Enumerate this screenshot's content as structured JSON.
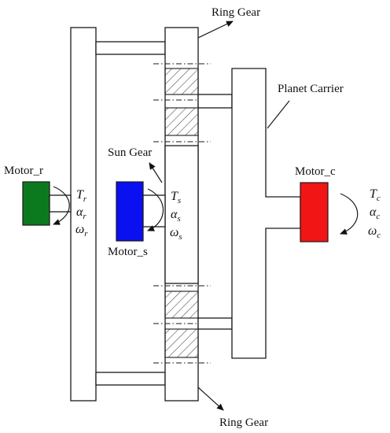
{
  "labels": {
    "ring_gear_top": "Ring Gear",
    "ring_gear_bottom": "Ring Gear",
    "planet_carrier": "Planet Carrier",
    "sun_gear": "Sun Gear",
    "motor_r": "Motor_r",
    "motor_s": "Motor_s",
    "motor_c": "Motor_c"
  },
  "symbols": {
    "r": {
      "torque": "T",
      "accel": "α",
      "speed": "ω",
      "sub": "r"
    },
    "s": {
      "torque": "T",
      "accel": "α",
      "speed": "ω",
      "sub": "s"
    },
    "c": {
      "torque": "T",
      "accel": "α",
      "speed": "ω",
      "sub": "c"
    }
  },
  "colors": {
    "motor_r": "#0b7a1f",
    "motor_s": "#0a10f0",
    "motor_c": "#f21515",
    "hatch": "#444444"
  }
}
